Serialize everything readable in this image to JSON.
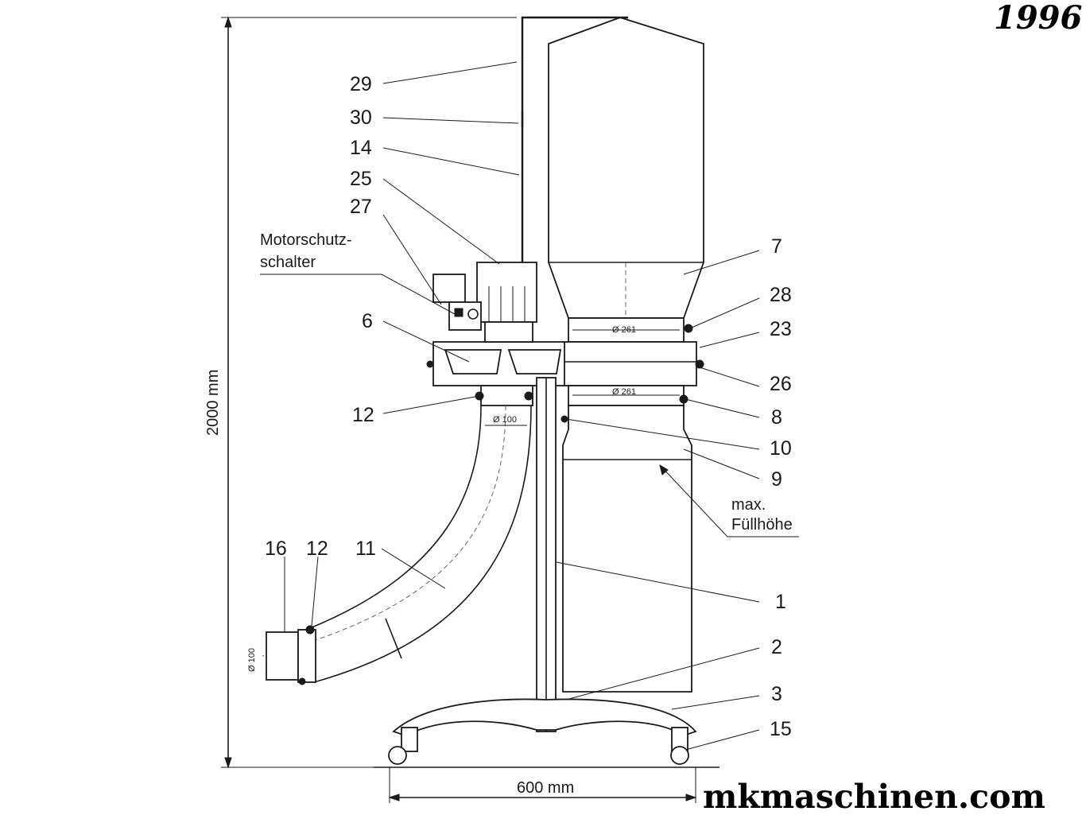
{
  "header": {
    "year": "1996"
  },
  "footer": {
    "brand": "mkmaschinen.com"
  },
  "dimensions": {
    "height": "2000 mm",
    "width": "600 mm",
    "bag_diameter_top": "Ø 261",
    "bag_diameter_bottom": "Ø 261",
    "pipe_diameter_vertical": "Ø 100",
    "pipe_diameter_horizontal": "Ø 100"
  },
  "labels": {
    "motor_switch_line1": "Motorschutz-",
    "motor_switch_line2": "schalter",
    "fill_level_line1": "max.",
    "fill_level_line2": "Füllhöhe"
  },
  "part_numbers": {
    "p29": "29",
    "p30": "30",
    "p14": "14",
    "p25": "25",
    "p27": "27",
    "p6": "6",
    "p12a": "12",
    "p16": "16",
    "p12b": "12",
    "p11": "11",
    "p7": "7",
    "p28": "28",
    "p23": "23",
    "p26": "26",
    "p8": "8",
    "p10": "10",
    "p9": "9",
    "p1": "1",
    "p2": "2",
    "p3": "3",
    "p15": "15"
  }
}
